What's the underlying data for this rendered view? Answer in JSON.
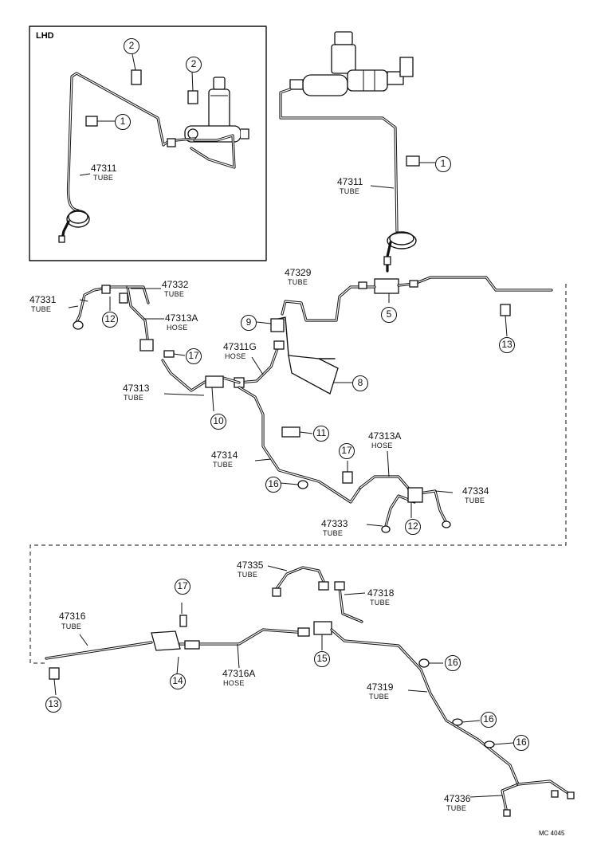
{
  "inset": {
    "title": "LHD"
  },
  "footer": {
    "code": "MC 4045"
  },
  "callouts": {
    "c1_inset": "1",
    "c2a_inset": "2",
    "c2b_inset": "2",
    "c1_main": "1",
    "c5": "5",
    "c9": "9",
    "c8": "8",
    "c13_top": "13",
    "c12_left": "12",
    "c17_a": "17",
    "c10": "10",
    "c11": "11",
    "c17_b": "17",
    "c16_a": "16",
    "c12_right": "12",
    "c17_c": "17",
    "c14": "14",
    "c15": "15",
    "c13_bottom": "13",
    "c16_b": "16",
    "c16_c": "16",
    "c16_d": "16"
  },
  "parts": {
    "p47311_inset": {
      "num": "47311",
      "desc": "TUBE"
    },
    "p47311_main": {
      "num": "47311",
      "desc": "TUBE"
    },
    "p47329": {
      "num": "47329",
      "desc": "TUBE"
    },
    "p47331": {
      "num": "47331",
      "desc": "TUBE"
    },
    "p47332": {
      "num": "47332",
      "desc": "TUBE"
    },
    "p47313A_top": {
      "num": "47313A",
      "desc": "HOSE"
    },
    "p47311G": {
      "num": "47311G",
      "desc": "HOSE"
    },
    "p47313": {
      "num": "47313",
      "desc": "TUBE"
    },
    "p47314": {
      "num": "47314",
      "desc": "TUBE"
    },
    "p47313A_right": {
      "num": "47313A",
      "desc": "HOSE"
    },
    "p47334": {
      "num": "47334",
      "desc": "TUBE"
    },
    "p47333": {
      "num": "47333",
      "desc": "TUBE"
    },
    "p47335": {
      "num": "47335",
      "desc": "TUBE"
    },
    "p47318": {
      "num": "47318",
      "desc": "TUBE"
    },
    "p47316": {
      "num": "47316",
      "desc": "TUBE"
    },
    "p47316A": {
      "num": "47316A",
      "desc": "HOSE"
    },
    "p47319": {
      "num": "47319",
      "desc": "TUBE"
    },
    "p47336": {
      "num": "47336",
      "desc": "TUBE"
    }
  }
}
